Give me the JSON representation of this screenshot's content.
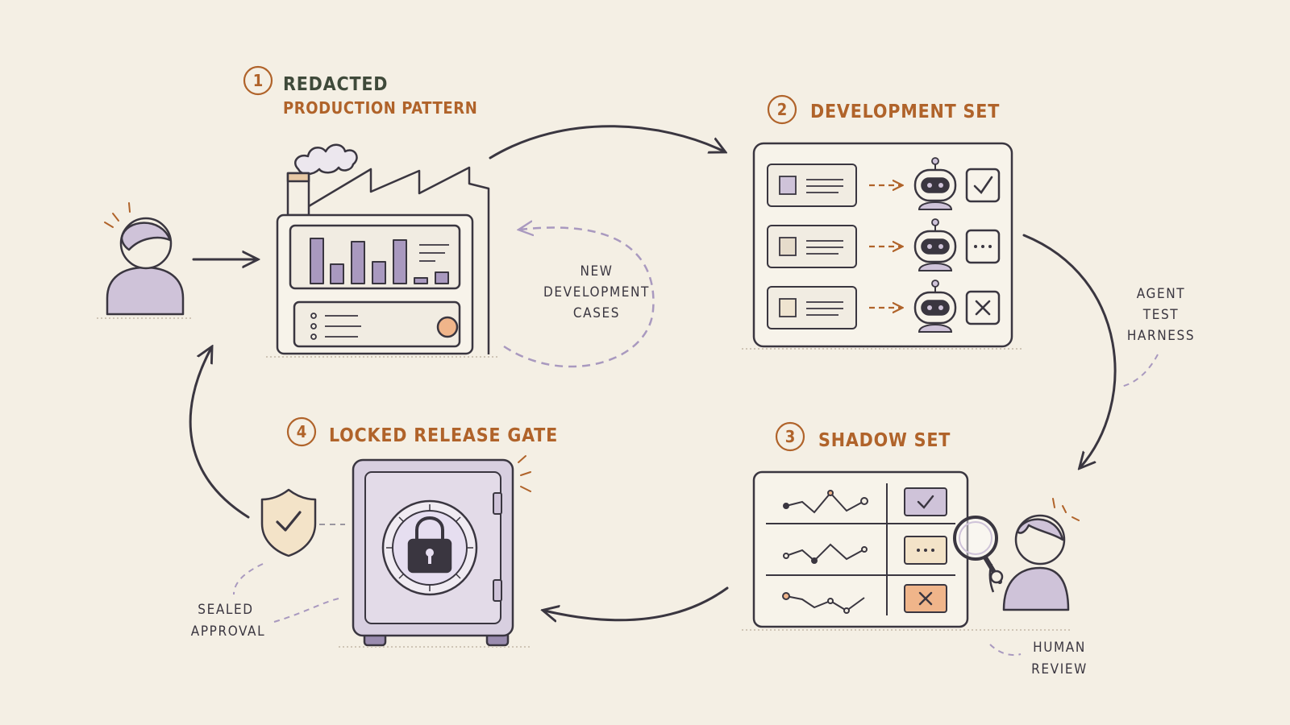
{
  "steps": {
    "s1": {
      "num": "1",
      "title": "REDACTED",
      "subtitle": "PRODUCTION PATTERN"
    },
    "s2": {
      "num": "2",
      "title": "DEVELOPMENT SET"
    },
    "s3": {
      "num": "3",
      "title": "SHADOW SET"
    },
    "s4": {
      "num": "4",
      "title": "LOCKED RELEASE GATE"
    }
  },
  "labels": {
    "new_cases": [
      "NEW",
      "DEVELOPMENT",
      "CASES"
    ],
    "agent_harness": [
      "AGENT",
      "TEST",
      "HARNESS"
    ],
    "human_review": [
      "HUMAN",
      "REVIEW"
    ],
    "sealed_approval": [
      "SEALED",
      "APPROVAL"
    ]
  },
  "dev_results": [
    "pass",
    "pending",
    "fail"
  ],
  "shadow_results": [
    "pass",
    "pending",
    "fail"
  ],
  "icons": [
    "person-icon",
    "factory-icon",
    "robot-icon",
    "magnifier-icon",
    "safe-icon",
    "padlock-icon",
    "shield-check-icon"
  ],
  "colors": {
    "background": "#f4efe4",
    "ink": "#3a3640",
    "accent": "#b0632a",
    "title_dark": "#3f4a3a",
    "purple_fill": "#cfc3d9",
    "purple_dark": "#9a8caf",
    "orange_fill": "#f0b58a",
    "tan_fill": "#f3e3c8"
  }
}
